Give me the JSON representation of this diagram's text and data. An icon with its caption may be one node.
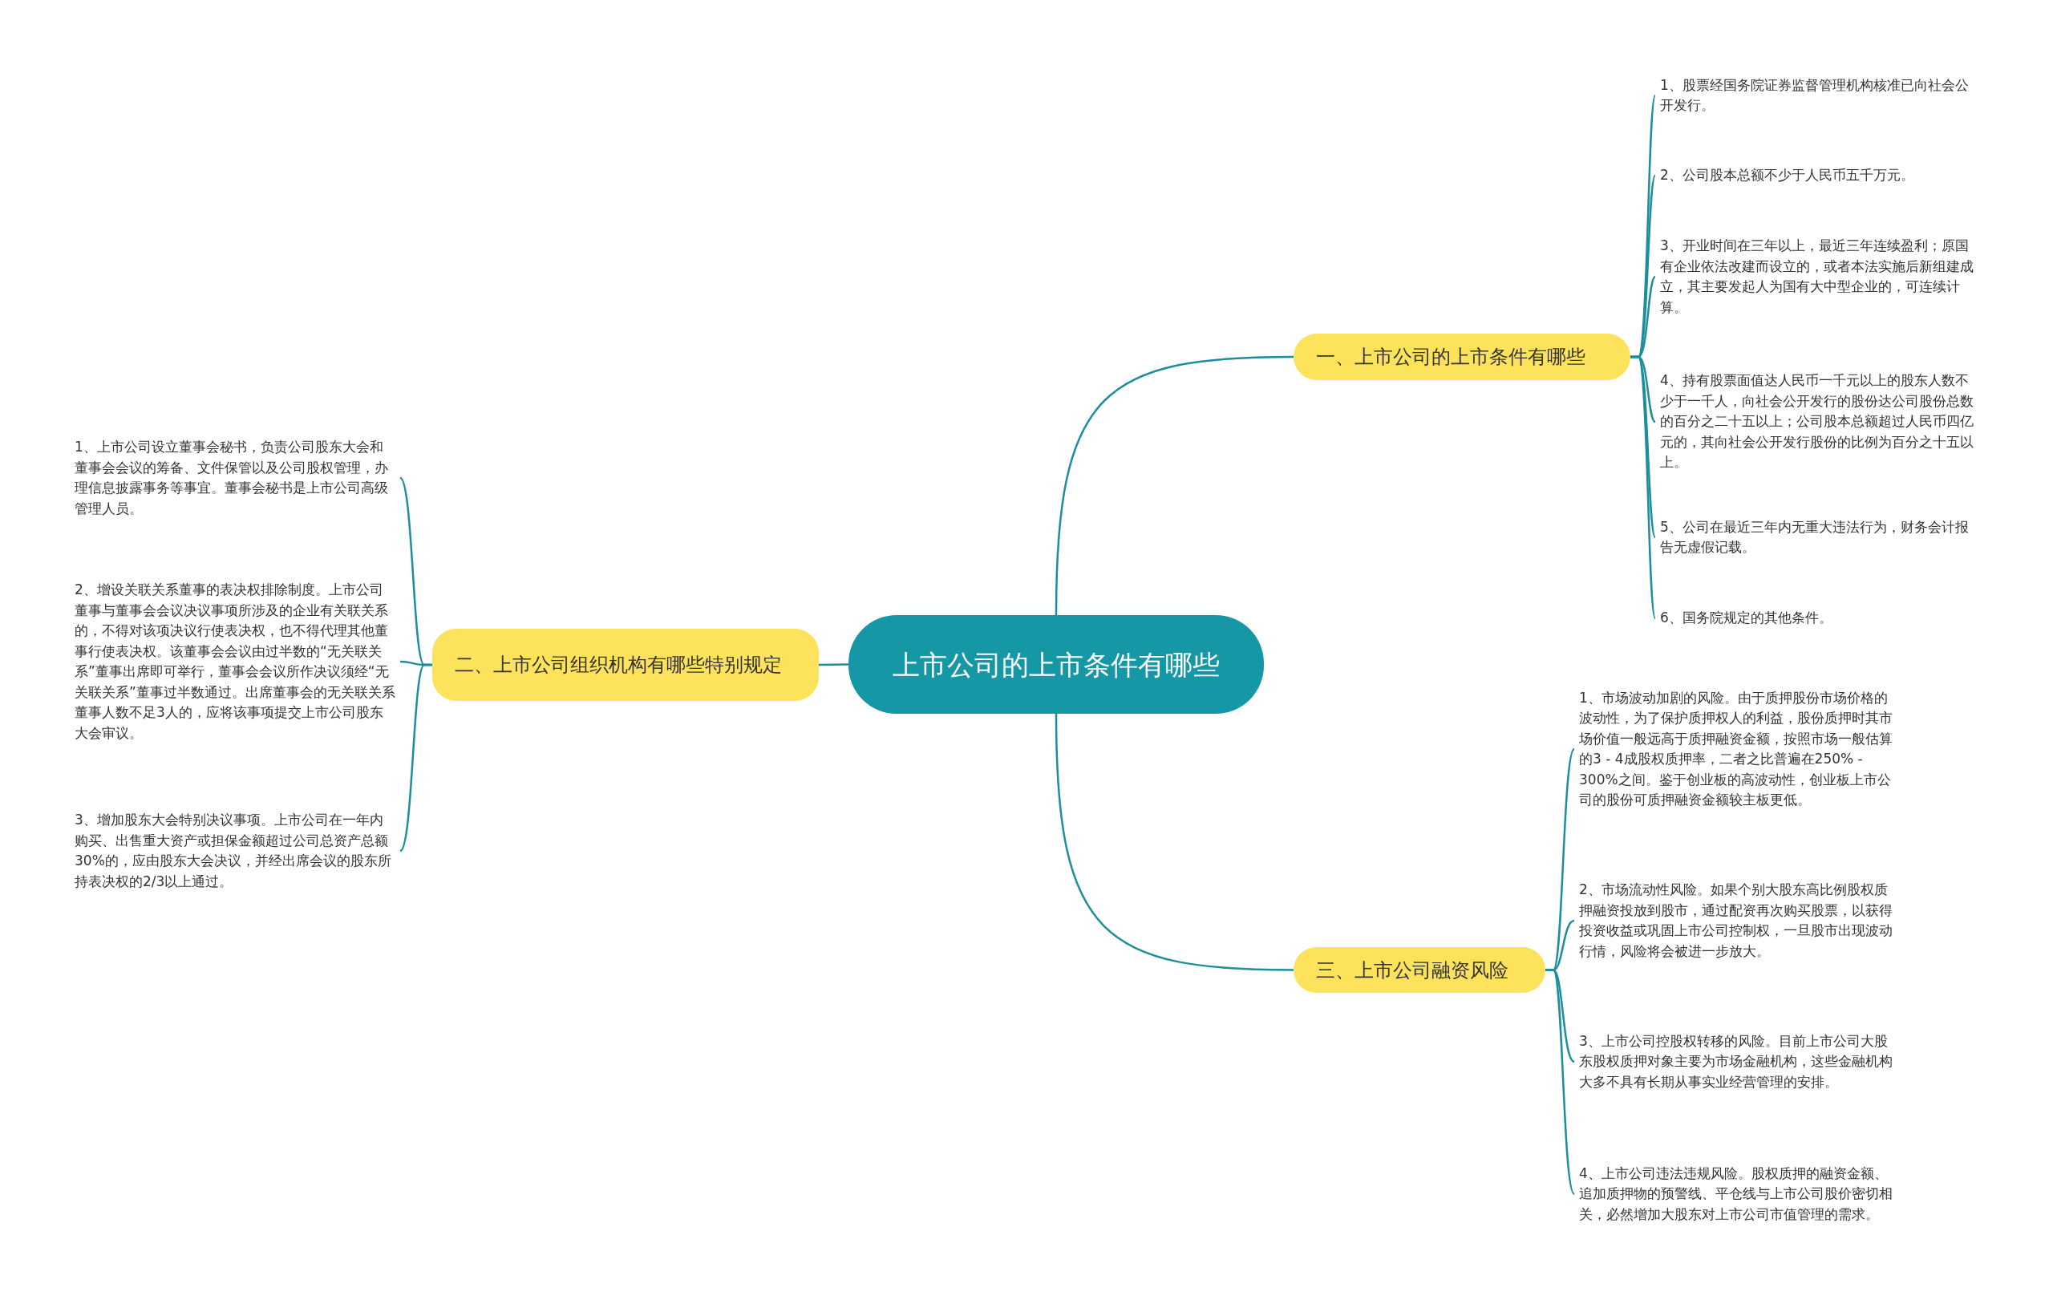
{
  "diagram": {
    "nodes": [
      {
        "text": [
          "上市公司的上市条件有哪些"
        ]
      },
      {
        "text": [
          "一、上市公司的上市条件有哪些"
        ]
      },
      {
        "text": [
          "1、股票经国务院证券监督管理机构核准已向社会公开发行。"
        ]
      },
      {
        "text": [
          "2、公司股本总额不少于人民币五千万元。"
        ]
      },
      {
        "text": [
          "3、开业时间在三年以上，最近三年连续盈利；原国有企业依法改建而设立的，或者本法实施后新组建成立，其主要发起人为国有大中型企业的，可连续计算。"
        ]
      },
      {
        "text": [
          "4、持有股票面值达人民币一千元以上的股东人数不少于一千人，向社会公开发行的股份达公司股份总数的百分之二十五以上；公司股本总额超过人民币四亿元的，其向社会公开发行股份的比例为百分之十五以上。"
        ]
      },
      {
        "text": [
          "5、公司在最近三年内无重大违法行为，财务会计报告无虚假记载。"
        ]
      },
      {
        "text": [
          "6、国务院规定的其他条件。"
        ]
      },
      {
        "text": [
          "二、上市公司组织机构有哪些特别规定"
        ]
      },
      {
        "text": [
          "1、上市公司设立董事会秘书，负责公司股东大会和董事会会议的筹备、文件保管以及公司股权管理，办理信息披露事务等事宜。董事会秘书是上市公司高级管理人员。"
        ]
      },
      {
        "text": [
          "2、增设关联关系董事的表决权排除制度。上市公司董事与董事会会议决议事项所涉及的企业有关联关系的，不得对该项决议行使表决权，也不得代理其他董事行使表决权。该董事会会议由过半数的“无关联关系”董事出席即可举行，董事会会议所作决议须经“无关联关系”董事过半数通过。出席董事会的无关联关系董事人数不足3人的，应将该事项提交上市公司股东大会审议。"
        ]
      },
      {
        "text": [
          "3、增加股东大会特别决议事项。上市公司在一年内购买、出售重大资产或担保金额超过公司总资产总额30%的，应由股东大会决议，并经出席会议的股东所持表决权的2/3以上通过。"
        ]
      },
      {
        "text": [
          "三、上市公司融资风险"
        ]
      },
      {
        "text": [
          "1、市场波动加剧的风险。由于质押股份市场价格的波动性，为了保护质押权人的利益，股份质押时其市场价值一般远高于质押融资金额，按照市场一般估算的3 - 4成股权质押率，二者之比普遍在250% - 300%之间。鉴于创业板的高波动性，创业板上市公司的股份可质押融资金额较主板更低。"
        ]
      },
      {
        "text": [
          "2、市场流动性风险。如果个别大股东高比例股权质押融资投放到股市，通过配资再次购买股票，以获得投资收益或巩固上市公司控制权，一旦股市出现波动行情，风险将会被进一步放大。"
        ]
      },
      {
        "text": [
          "3、上市公司控股权转移的风险。目前上市公司大股东股权质押对象主要为市场金融机构，这些金融机构大多不具有长期从事实业经营管理的安排。"
        ]
      },
      {
        "text": [
          "4、上市公司违法违规风险。股权质押的融资金额、追加质押物的预警线、平仓线与上市公司股价密切相关，必然增加大股东对上市公司市值管理的需求。"
        ]
      }
    ],
    "edges": [
      {
        "from": 0,
        "to": 1,
        "arrow": "none"
      },
      {
        "from": 1,
        "to": 2,
        "arrow": "none"
      },
      {
        "from": 1,
        "to": 3,
        "arrow": "none"
      },
      {
        "from": 1,
        "to": 4,
        "arrow": "none"
      },
      {
        "from": 1,
        "to": 5,
        "arrow": "none"
      },
      {
        "from": 1,
        "to": 6,
        "arrow": "none"
      },
      {
        "from": 1,
        "to": 7,
        "arrow": "none"
      },
      {
        "from": 0,
        "to": 8,
        "arrow": "none"
      },
      {
        "from": 8,
        "to": 9,
        "arrow": "none"
      },
      {
        "from": 8,
        "to": 10,
        "arrow": "none"
      },
      {
        "from": 8,
        "to": 11,
        "arrow": "none"
      },
      {
        "from": 0,
        "to": 12,
        "arrow": "none"
      },
      {
        "from": 12,
        "to": 13,
        "arrow": "none"
      },
      {
        "from": 12,
        "to": 14,
        "arrow": "none"
      },
      {
        "from": 12,
        "to": 15,
        "arrow": "none"
      },
      {
        "from": 12,
        "to": 16,
        "arrow": "none"
      }
    ]
  }
}
